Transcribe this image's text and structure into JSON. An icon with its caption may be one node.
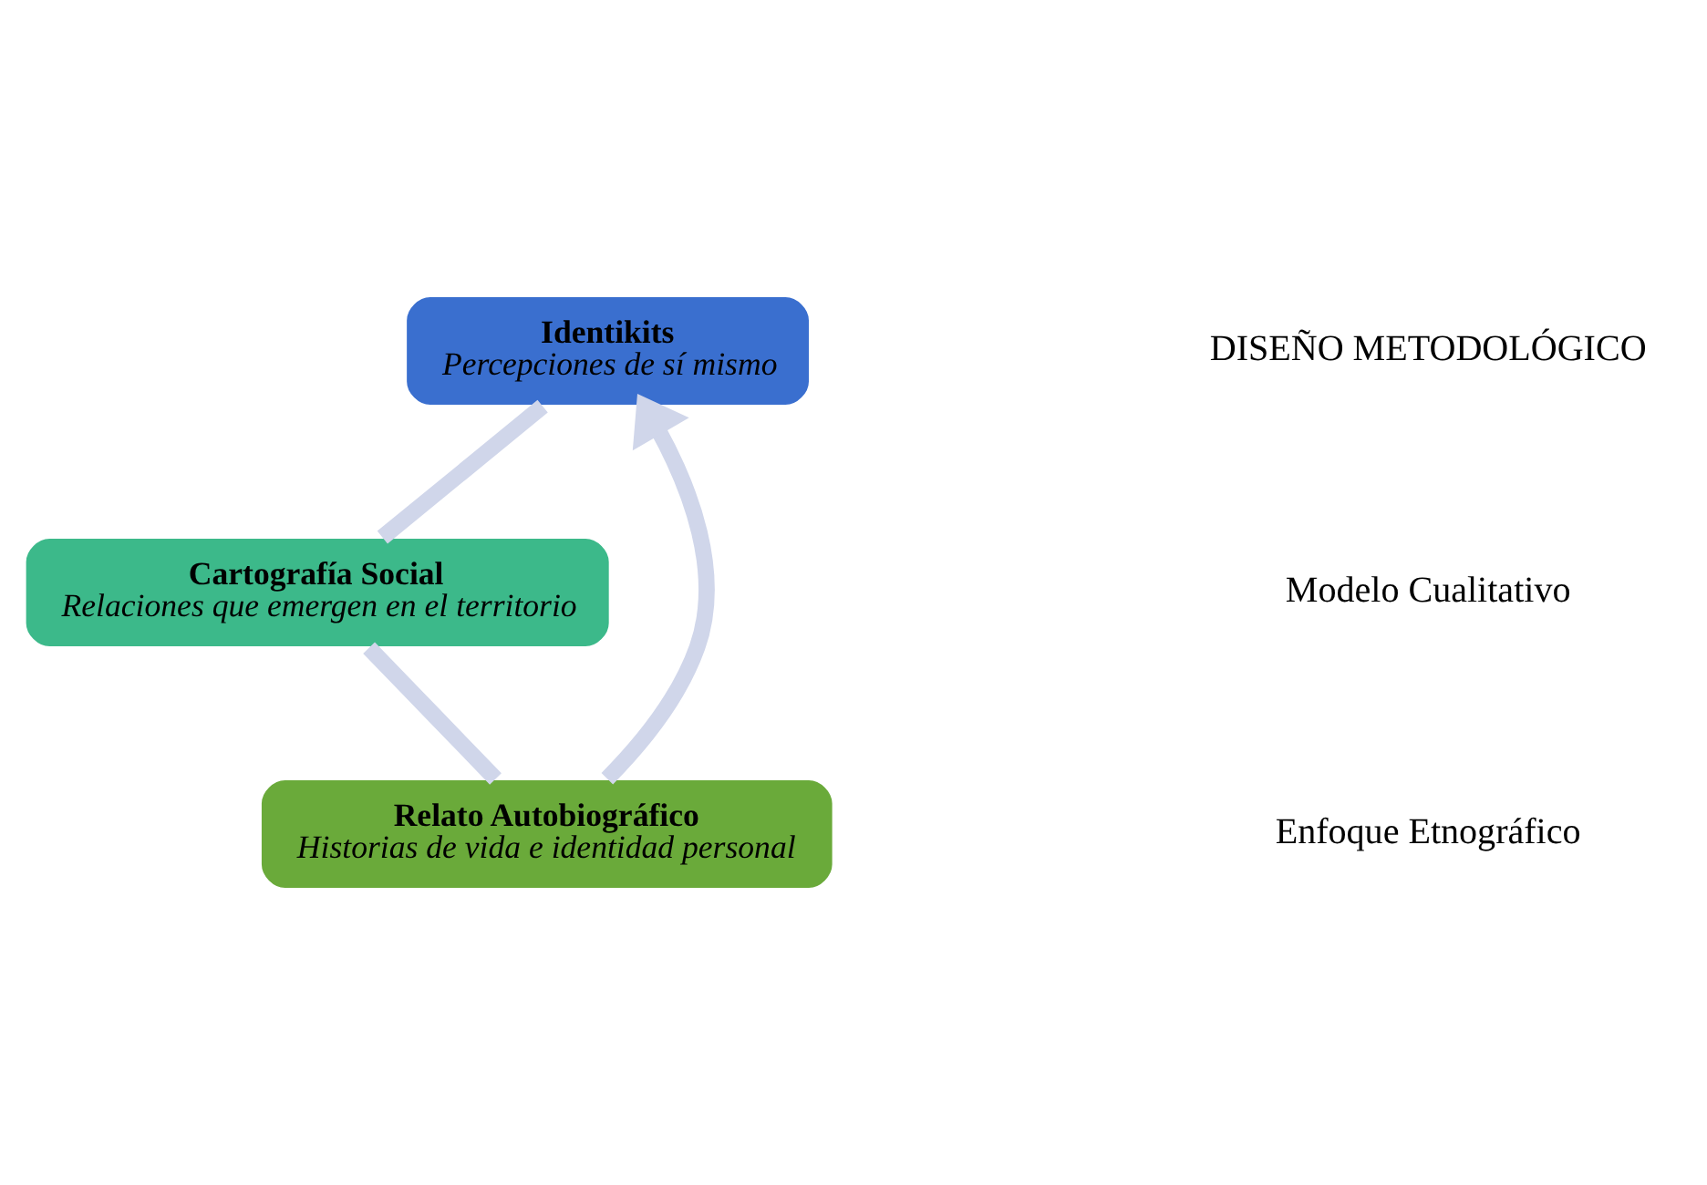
{
  "diagram": {
    "nodes": [
      {
        "text": [
          "Identikits",
          "Percepciones de sí mismo"
        ]
      },
      {
        "text": [
          "Relato Autobiográfico",
          "Historias de vida e identidad personal"
        ]
      },
      {
        "text": [
          "Cartografía Social",
          "Relaciones que emergen en el territorio"
        ]
      }
    ],
    "edges": [
      {
        "from": 0,
        "to": 2,
        "arrow": "none"
      },
      {
        "from": 2,
        "to": 1,
        "arrow": "none"
      },
      {
        "from": 1,
        "to": 0,
        "arrow": "to"
      }
    ],
    "labels": [
      "DISEÑO METODOLÓGICO",
      "Modelo Cualitativo",
      "Enfoque Etnográfico"
    ]
  }
}
